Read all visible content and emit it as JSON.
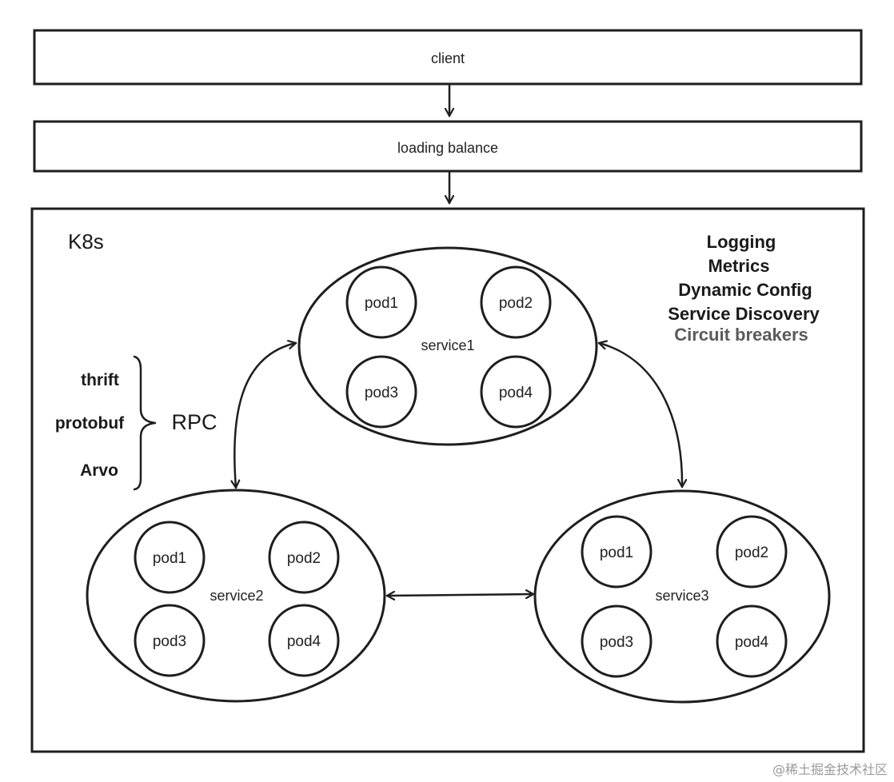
{
  "top_boxes": {
    "client": "client",
    "load_balance": "loading balance"
  },
  "cluster": {
    "title": "K8s"
  },
  "features": [
    {
      "text": "Logging",
      "color": "#1a1a1a"
    },
    {
      "text": "Metrics",
      "color": "#1a1a1a"
    },
    {
      "text": "Dynamic Config",
      "color": "#1a1a1a"
    },
    {
      "text": "Service Discovery",
      "color": "#1a1a1a"
    },
    {
      "text": "Circuit breakers",
      "color": "#5a5a5a"
    }
  ],
  "rpc": {
    "title": "RPC",
    "items": [
      "thrift",
      "protobuf",
      "Arvo"
    ]
  },
  "services": [
    {
      "name": "service1",
      "pods": [
        "pod1",
        "pod2",
        "pod3",
        "pod4"
      ]
    },
    {
      "name": "service2",
      "pods": [
        "pod1",
        "pod2",
        "pod3",
        "pod4"
      ]
    },
    {
      "name": "service3",
      "pods": [
        "pod1",
        "pod2",
        "pod3",
        "pod4"
      ]
    }
  ],
  "watermark": "@稀土掘金技术社区"
}
